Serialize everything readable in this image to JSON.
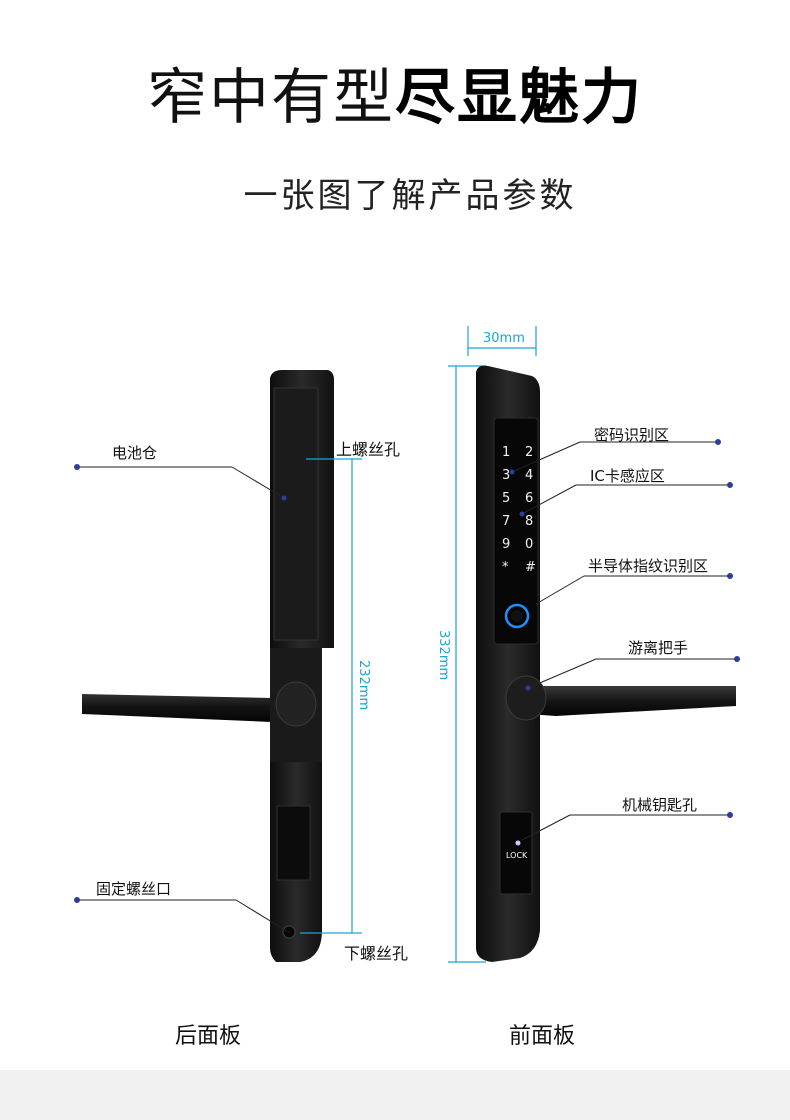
{
  "header": {
    "title_light": "窄中有型",
    "title_bold": "尽显魅力",
    "subtitle": "一张图了解产品参数"
  },
  "back_panel": {
    "label": "后面板",
    "callouts": {
      "battery": "电池仓",
      "upper_screw": "上螺丝孔",
      "fixing_screw": "固定螺丝口",
      "lower_screw": "下螺丝孔"
    },
    "dimension": "232mm"
  },
  "front_panel": {
    "label": "前面板",
    "callouts": {
      "password": "密码识别区",
      "ic_card": "IC卡感应区",
      "fingerprint": "半导体指纹识别区",
      "handle": "游离把手",
      "key_hole": "机械钥匙孔"
    },
    "width_dimension": "30mm",
    "height_dimension": "332mm",
    "keypad": [
      "1",
      "2",
      "3",
      "4",
      "5",
      "6",
      "7",
      "8",
      "9",
      "0",
      "*",
      "#"
    ],
    "lock_text": "LOCK"
  },
  "colors": {
    "dimension": "#1aa5d6",
    "callout_dot": "#2b3f9a",
    "lock_body": "#1c1c1c",
    "keypad_glow": "#ffffff",
    "fingerprint_ring": "#1e90ff"
  }
}
